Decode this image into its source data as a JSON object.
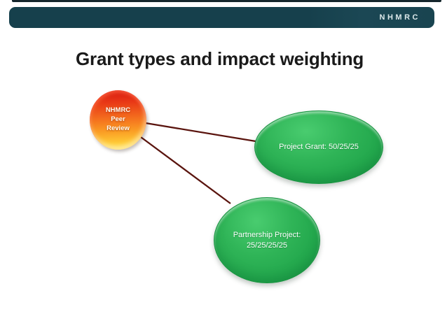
{
  "header": {
    "logo_text": "NHMRC"
  },
  "slide": {
    "title": "Grant types and impact weighting"
  },
  "diagram": {
    "root": {
      "label": "NHMRC Peer Review",
      "lines": [
        "NHMRC",
        "Peer",
        "Review"
      ]
    },
    "nodes": [
      {
        "label": "Project Grant: 50/25/25"
      },
      {
        "label": "Partnership Project:",
        "label2": "25/25/25/25"
      }
    ]
  },
  "colors": {
    "header_teal": "#16404C",
    "top_line": "#15262C",
    "title_text": "#1A1A1A",
    "connector_maroon": "#5A140E",
    "node_green": "#29B053",
    "root_red_top": "#D91B12",
    "root_yellow_bottom": "#FFDF55",
    "node_text": "#FFFFFF"
  }
}
